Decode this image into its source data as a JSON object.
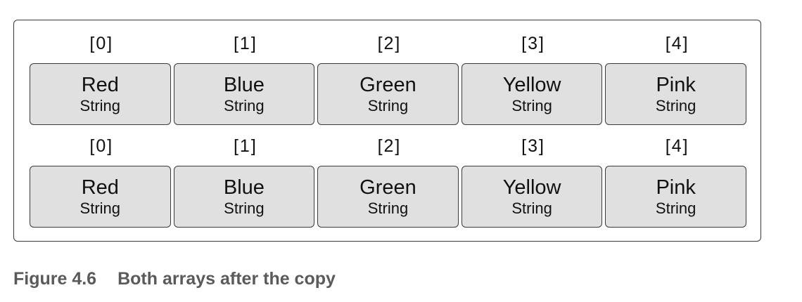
{
  "arrays": [
    {
      "indices": [
        "[0]",
        "[1]",
        "[2]",
        "[3]",
        "[4]"
      ],
      "cells": [
        {
          "value": "Red",
          "type": "String"
        },
        {
          "value": "Blue",
          "type": "String"
        },
        {
          "value": "Green",
          "type": "String"
        },
        {
          "value": "Yellow",
          "type": "String"
        },
        {
          "value": "Pink",
          "type": "String"
        }
      ]
    },
    {
      "indices": [
        "[0]",
        "[1]",
        "[2]",
        "[3]",
        "[4]"
      ],
      "cells": [
        {
          "value": "Red",
          "type": "String"
        },
        {
          "value": "Blue",
          "type": "String"
        },
        {
          "value": "Green",
          "type": "String"
        },
        {
          "value": "Yellow",
          "type": "String"
        },
        {
          "value": "Pink",
          "type": "String"
        }
      ]
    }
  ],
  "caption": {
    "label": "Figure 4.6",
    "text": "Both arrays after the copy"
  },
  "colors": {
    "cell_fill": "#e0e0e0",
    "border": "#3a3a3a",
    "caption": "#5a5a5a"
  }
}
